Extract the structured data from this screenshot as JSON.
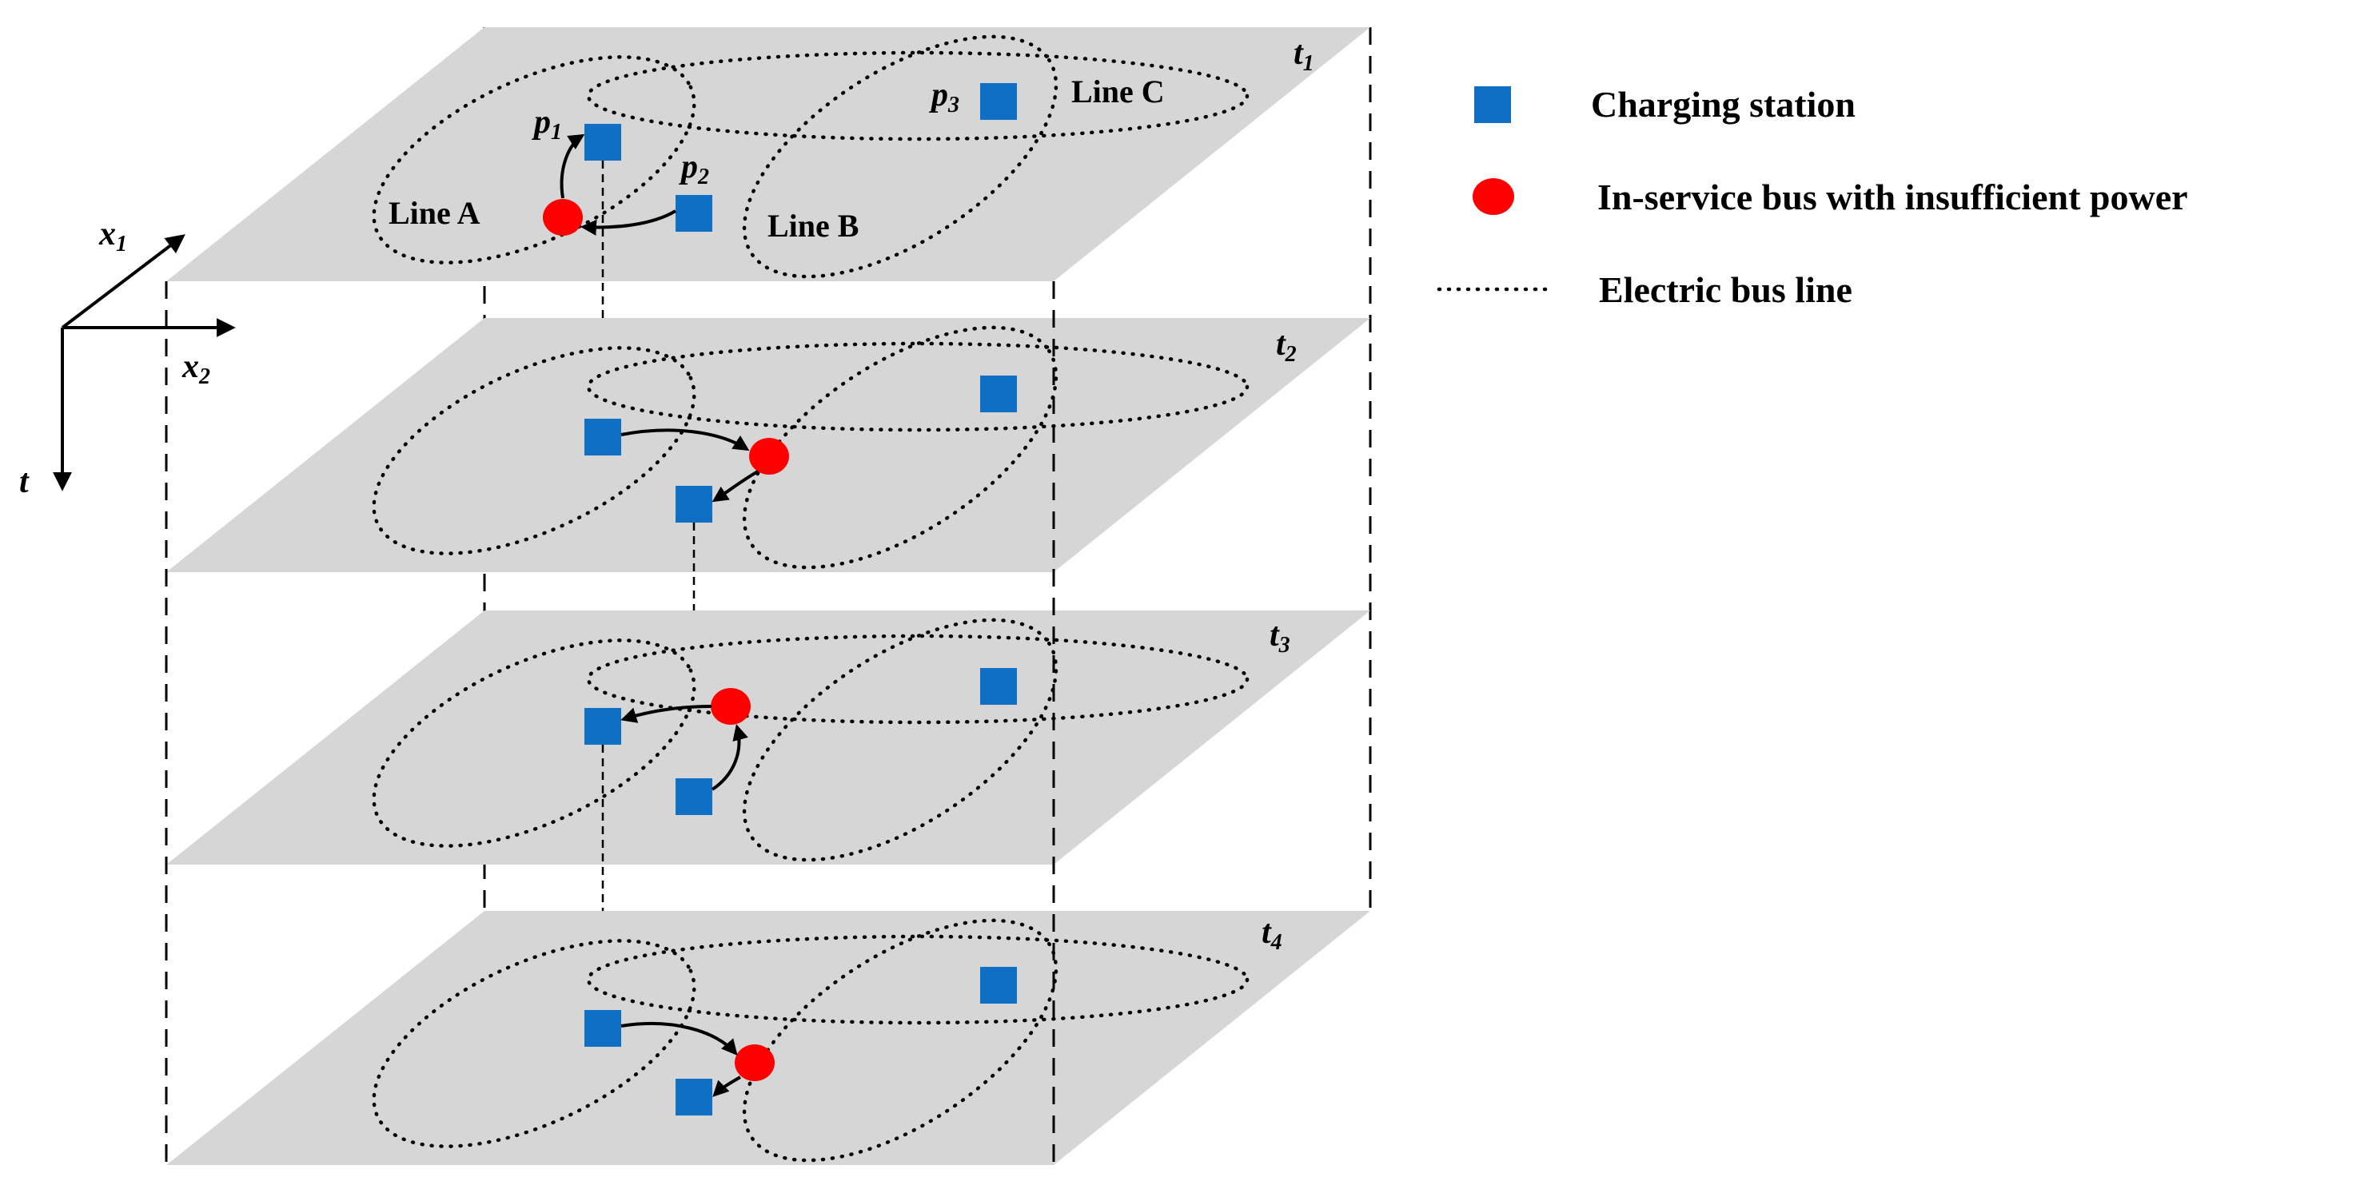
{
  "legend": {
    "station_label": "Charging station",
    "bus_label": "In-service bus with insufficient power",
    "line_label": "Electric bus line"
  },
  "axes": {
    "x1": {
      "base": "x",
      "sub": "1"
    },
    "x2": {
      "base": "x",
      "sub": "2"
    },
    "t": "t"
  },
  "lines": {
    "a": "Line A",
    "b": "Line B",
    "c": "Line C"
  },
  "stations": {
    "p1": {
      "base": "p",
      "sub": "1"
    },
    "p2": {
      "base": "p",
      "sub": "2"
    },
    "p3": {
      "base": "p",
      "sub": "3"
    }
  },
  "layers": [
    {
      "base": "t",
      "sub": "1"
    },
    {
      "base": "t",
      "sub": "2"
    },
    {
      "base": "t",
      "sub": "3"
    },
    {
      "base": "t",
      "sub": "4"
    }
  ],
  "colors": {
    "station": "#0f6fc4",
    "bus": "#ff0000",
    "plane": "#d6d6d6"
  }
}
